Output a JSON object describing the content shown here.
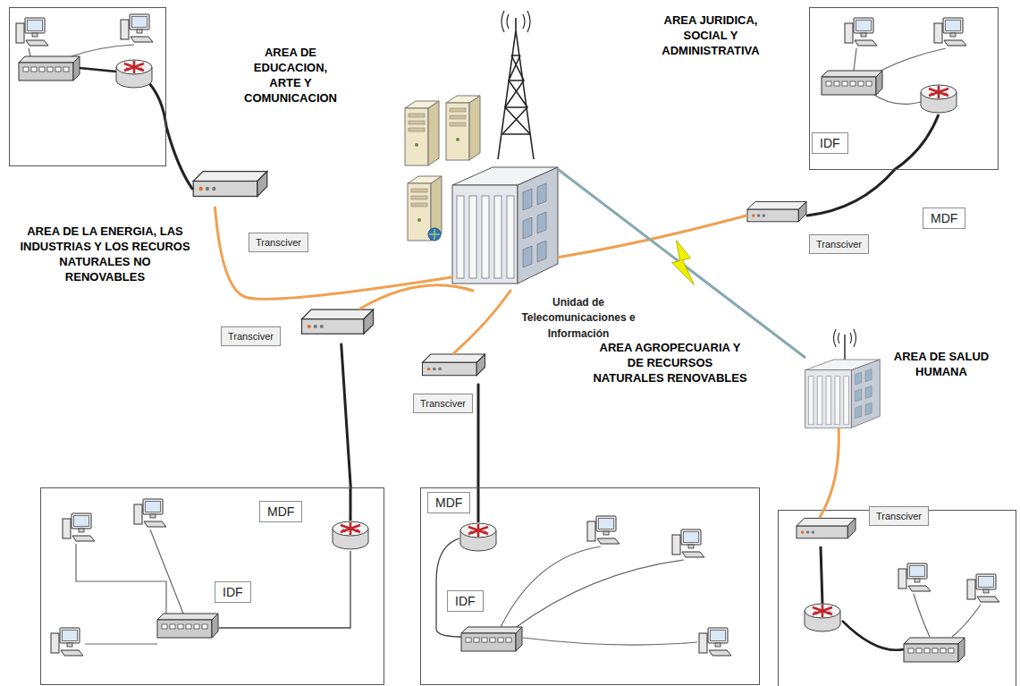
{
  "diagram": {
    "nodes": [
      {
        "text": [
          "AREA DE EDUCACION, ARTE Y COMUNICACION"
        ]
      },
      {
        "text": [
          "Transciver"
        ]
      },
      {
        "text": [
          "Unidad de Telecomunicaciones e Información"
        ]
      },
      {
        "text": [
          "AREA JURIDICA, SOCIAL Y ADMINISTRATIVA"
        ]
      },
      {
        "text": [
          "IDF"
        ],
        "in": 3
      },
      {
        "text": [
          "MDF"
        ]
      },
      {
        "text": [
          "Transciver"
        ]
      },
      {
        "text": [
          "AREA DE SALUD HUMANA"
        ]
      },
      {
        "text": [
          "AREA DE LA ENERGIA, LAS INDUSTRIAS Y LOS RECUROS NATURALES NO RENOVABLES"
        ]
      },
      {
        "text": [
          "MDF"
        ],
        "in": 8
      },
      {
        "text": [
          "IDF"
        ],
        "in": 8
      },
      {
        "text": [
          "Transciver"
        ]
      },
      {
        "text": [
          "AREA AGROPECUARIA Y DE RECURSOS NATURALES RENOVABLES"
        ]
      },
      {
        "text": [
          "MDF"
        ],
        "in": 12
      },
      {
        "text": [
          "IDF"
        ],
        "in": 12
      },
      {
        "text": [
          "Transciver"
        ]
      },
      {
        "text": [
          "Transciver"
        ]
      }
    ],
    "edges": [
      {
        "from": 1,
        "to": 0,
        "arrow": "none"
      },
      {
        "from": 1,
        "to": 2,
        "arrow": "none"
      },
      {
        "from": 6,
        "to": 3,
        "arrow": "none"
      },
      {
        "from": 6,
        "to": 2,
        "arrow": "none"
      },
      {
        "from": 2,
        "to": 7,
        "arrow": "none"
      },
      {
        "from": 7,
        "to": 16,
        "arrow": "none"
      },
      {
        "from": 11,
        "to": 8,
        "arrow": "none"
      },
      {
        "from": 11,
        "to": 2,
        "arrow": "none"
      },
      {
        "from": 15,
        "to": 12,
        "arrow": "none"
      },
      {
        "from": 15,
        "to": 2,
        "arrow": "none"
      }
    ]
  }
}
